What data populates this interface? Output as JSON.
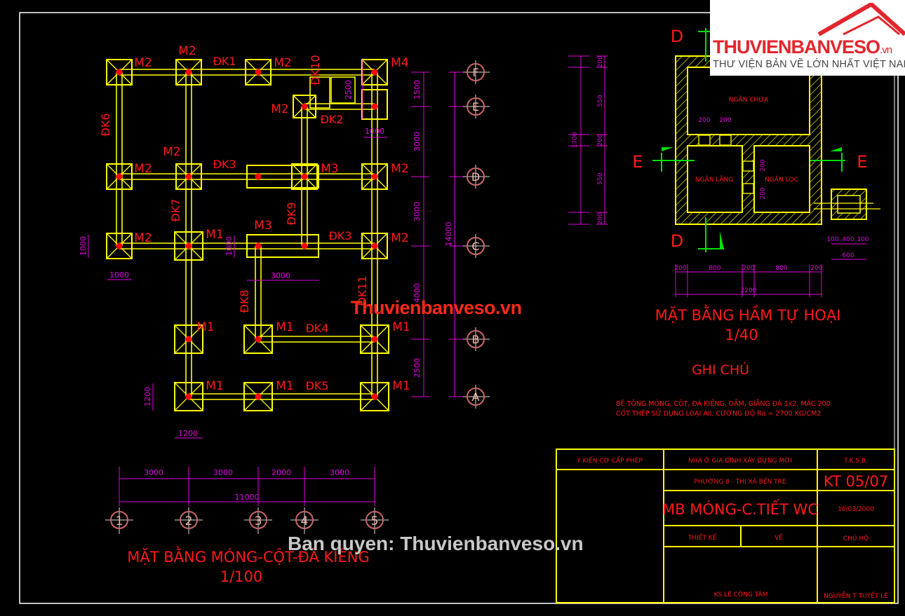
{
  "logo": {
    "brand": "THUVIENBANVESO",
    "tld": ".vn",
    "tagline": "THƯ VIỆN BẢN VẼ LỚN NHẤT VIỆT NAM"
  },
  "watermarks": {
    "center": "Thuvienbanveso.vn",
    "copyright": "Ban quyen: Thuvienbanveso.vn"
  },
  "foundation_plan": {
    "title": "MẶT BẰNG MÓNG-CỘT-ĐÀ KIỀNG",
    "scale": "1/100",
    "grid_columns": [
      "1",
      "2",
      "3",
      "4",
      "5"
    ],
    "grid_rows": [
      "F",
      "E",
      "D",
      "C",
      "B",
      "A"
    ],
    "footing_labels": [
      "M2",
      "M2",
      "M2",
      "M4",
      "M2",
      "M2",
      "M2",
      "M3",
      "M2",
      "M2",
      "M1",
      "M3",
      "M2",
      "M1",
      "M1",
      "M1",
      "M1",
      "M1",
      "M1"
    ],
    "beam_labels": [
      "ĐK1",
      "ĐK10",
      "ĐK2",
      "ĐK6",
      "ĐK3",
      "ĐK7",
      "ĐK9",
      "ĐK3",
      "ĐK8",
      "ĐK11",
      "ĐK4",
      "ĐK5"
    ],
    "dims_right": [
      "1500",
      "3000",
      "3000",
      "4000",
      "2500"
    ],
    "dim_total_vertical": "14000",
    "dims_bottom": [
      "3000",
      "3000",
      "2000",
      "3000"
    ],
    "dim_total_horizontal": "11000",
    "dims_misc": [
      "2500",
      "1000",
      "1000",
      "1000",
      "1000",
      "3000",
      "1200",
      "1200"
    ]
  },
  "septic_plan": {
    "title": "MẶT BẰNG HẦM TỰ HOẠI",
    "scale": "1/40",
    "section_marks": [
      "D",
      "D",
      "E",
      "E"
    ],
    "chambers": [
      "NGĂN CHỨA",
      "NGĂN LẮNG",
      "NGĂN LỌC"
    ],
    "dims_left": [
      "200",
      "550",
      "200",
      "550",
      "200"
    ],
    "dim_left_total": "1700",
    "dims_bottom": [
      "200",
      "800",
      "200",
      "800",
      "200"
    ],
    "dim_bottom_total": "2200",
    "dims_openings": [
      "200",
      "200",
      "200",
      "200"
    ],
    "dims_box": [
      "100",
      "400",
      "100"
    ],
    "dim_box_total": "600"
  },
  "notes": {
    "title": "GHI CHÚ",
    "lines": [
      "BÊ TÔNG MÓNG, CỘT, ĐÀ KIỀNG, DẦM, GIẰNG ĐÁ 1x2, MÁC 200",
      "CỐT THÉP SỬ DỤNG LOẠI AII, CƯỜNG ĐỘ Ra = 2700 KG/CM2"
    ]
  },
  "title_block": {
    "permit": "Ý KIẾN CƠ CẤP PHÉP",
    "project": "NHÀ Ở GIA ĐÌNH XÂY DỰNG MỚI",
    "firm": "T.K.S.B.",
    "location": "PHƯỜNG 8 - THỊ XÃ BẾN TRE",
    "drawing_no": "KT 05/07",
    "drawing_title": "MB MÓNG-C.TIẾT WC",
    "date": "10/03/2000",
    "designer_label": "THIẾT KẾ",
    "drafter_label": "VẼ",
    "owner_label": "CHỦ HỘ",
    "designer_name": "KS  LÊ CÔNG TÂM",
    "owner_name": "NGUYỄN T TUYẾT LÊ"
  },
  "colors": {
    "beam": "#ffff00",
    "text": "#ff1a1a",
    "dim": "#e000e0",
    "section": "#00e000",
    "background": "#000000"
  }
}
